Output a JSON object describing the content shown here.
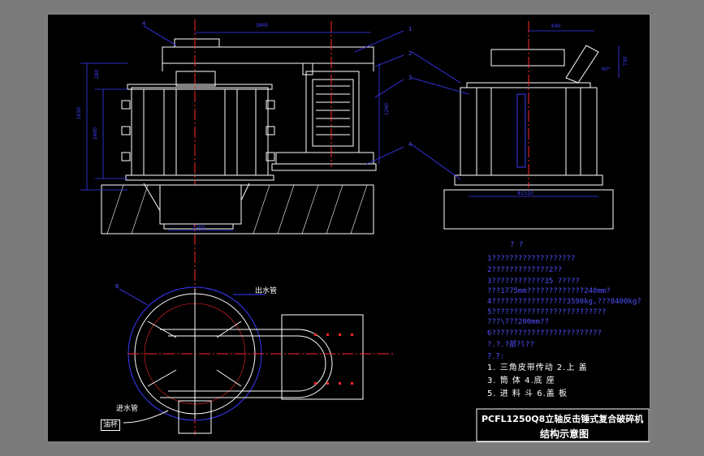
{
  "title": {
    "line1": "PCFL1250Q8立轴反击锤式复合破碎机",
    "line2": "结构示意图"
  },
  "notes": {
    "header": "?  ?",
    "lines": [
      "1???????????????????",
      "2?????????????2??",
      "3????????????35 ?????",
      "  ???1775mm?????????????240mm?",
      "4?????????????????3590kg,???8400kg?",
      "5??????????????????????????",
      "  ???\\???200mm??",
      "6?????????????????????????"
    ],
    "legend_header": "?.?.?部?l??",
    "legend_title": "?.?:",
    "legend_rows": [
      "1.  三角皮带传动  2.上   盖",
      "3.  筒  体  4.底  座",
      "5.  进 料 斗        6.盖  板"
    ]
  },
  "labels": {
    "outlet_pipe": "出水管",
    "inlet_pipe": "进水管",
    "oil_cup": "油杯"
  },
  "dims": {
    "top_width": "3845",
    "left_h1": "1650",
    "left_h2": "2400",
    "left_h3": "280",
    "right_h": "1290",
    "base_w": "1700",
    "side_top": "640",
    "side_r": "730",
    "side_base": "Φ1520",
    "angle": "60°"
  },
  "callouts": {
    "front": [
      "4",
      "1",
      "2",
      "3",
      "4"
    ],
    "plan": [
      "6"
    ]
  },
  "colors": {
    "line": "#ffffff",
    "blue": "#3a3aff",
    "red": "#ff2a2a",
    "yellow": "#ffff00",
    "background": "#000000",
    "frame": "#7b7b7b"
  }
}
